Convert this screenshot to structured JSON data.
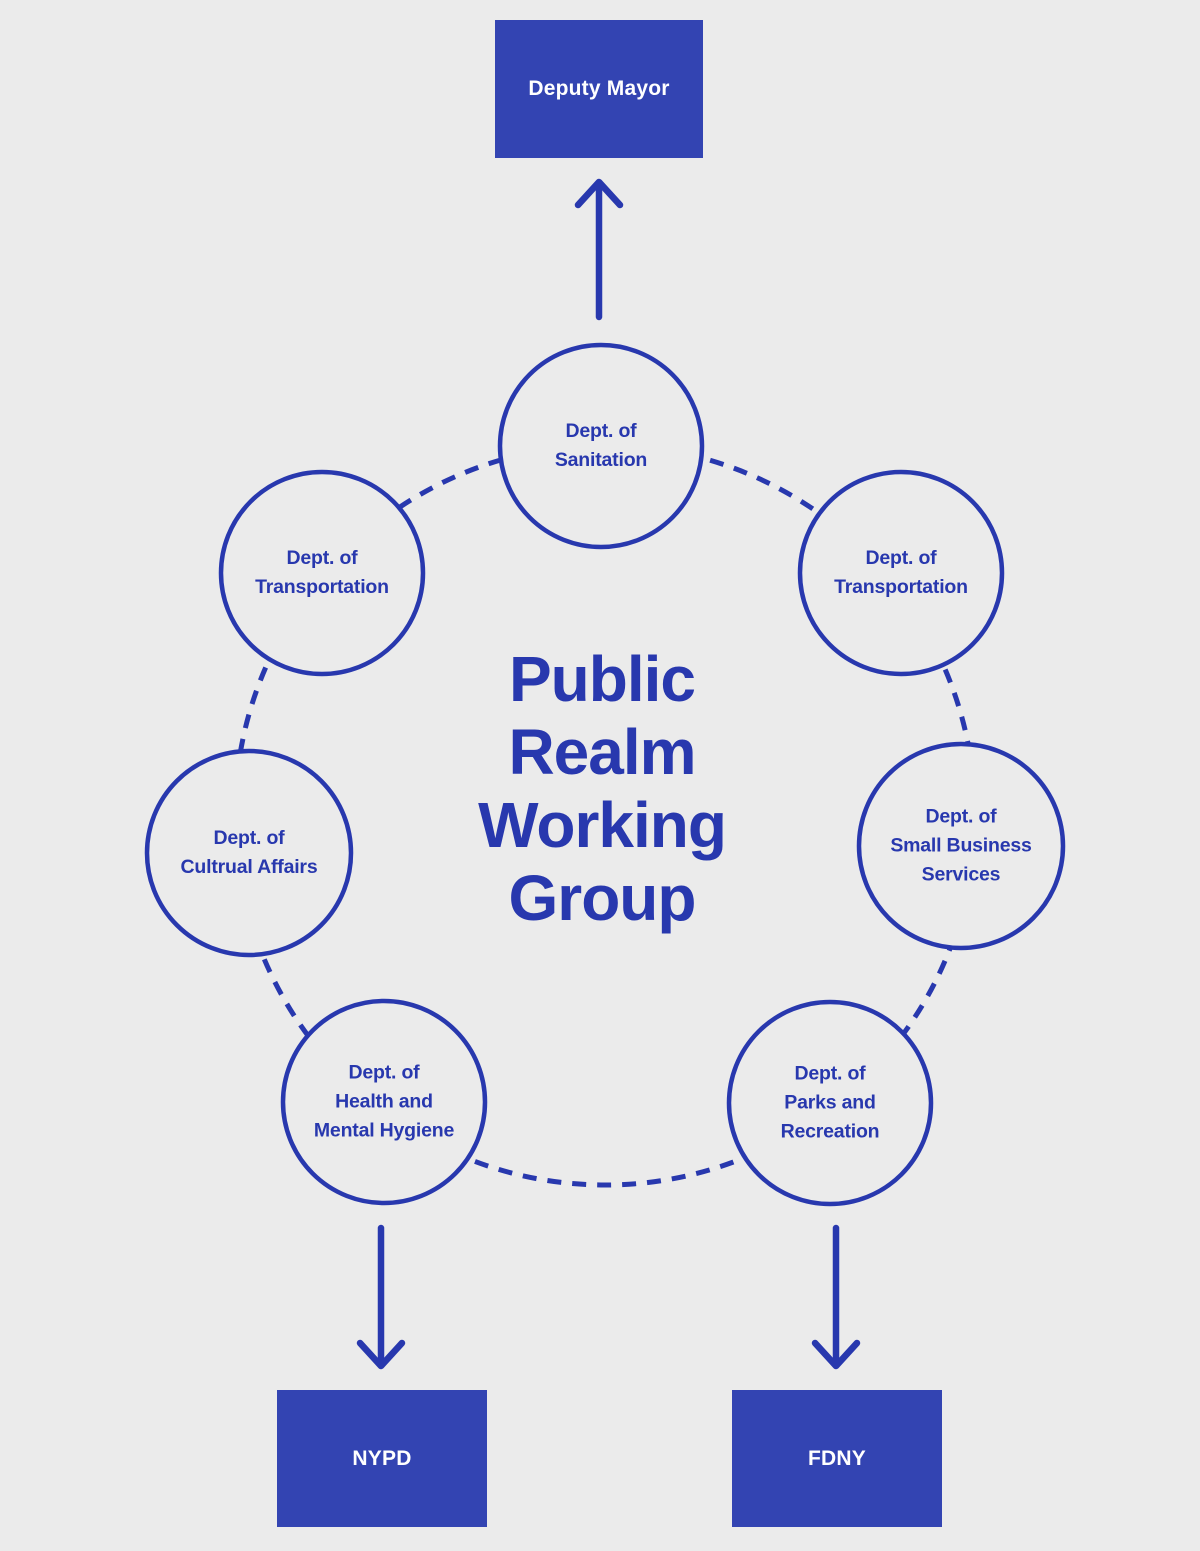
{
  "diagram": {
    "title": "Public Realm Working Group",
    "title_multiline": "Public\nRealm\nWorking\nGroup",
    "boxes": [
      {
        "id": "deputy-mayor",
        "label": "Deputy Mayor"
      },
      {
        "id": "nypd",
        "label": "NYPD"
      },
      {
        "id": "fdny",
        "label": "FDNY"
      }
    ],
    "nodes": [
      {
        "id": "sanitation",
        "label": "Dept. of\nSanitation"
      },
      {
        "id": "transportation-left",
        "label": "Dept. of\nTransportation"
      },
      {
        "id": "transportation-right",
        "label": "Dept. of\nTransportation"
      },
      {
        "id": "cultural-affairs",
        "label": "Dept. of\nCultrual Affairs"
      },
      {
        "id": "small-business",
        "label": "Dept. of\nSmall Business\nServices"
      },
      {
        "id": "health",
        "label": "Dept. of\nHealth and\nMental Hygiene"
      },
      {
        "id": "parks",
        "label": "Dept. of\nParks and\nRecreation"
      }
    ],
    "colors": {
      "background": "#ebebeb",
      "primary_blue": "#2838ae",
      "box_fill": "#3344b2",
      "box_text": "#ffffff"
    }
  }
}
